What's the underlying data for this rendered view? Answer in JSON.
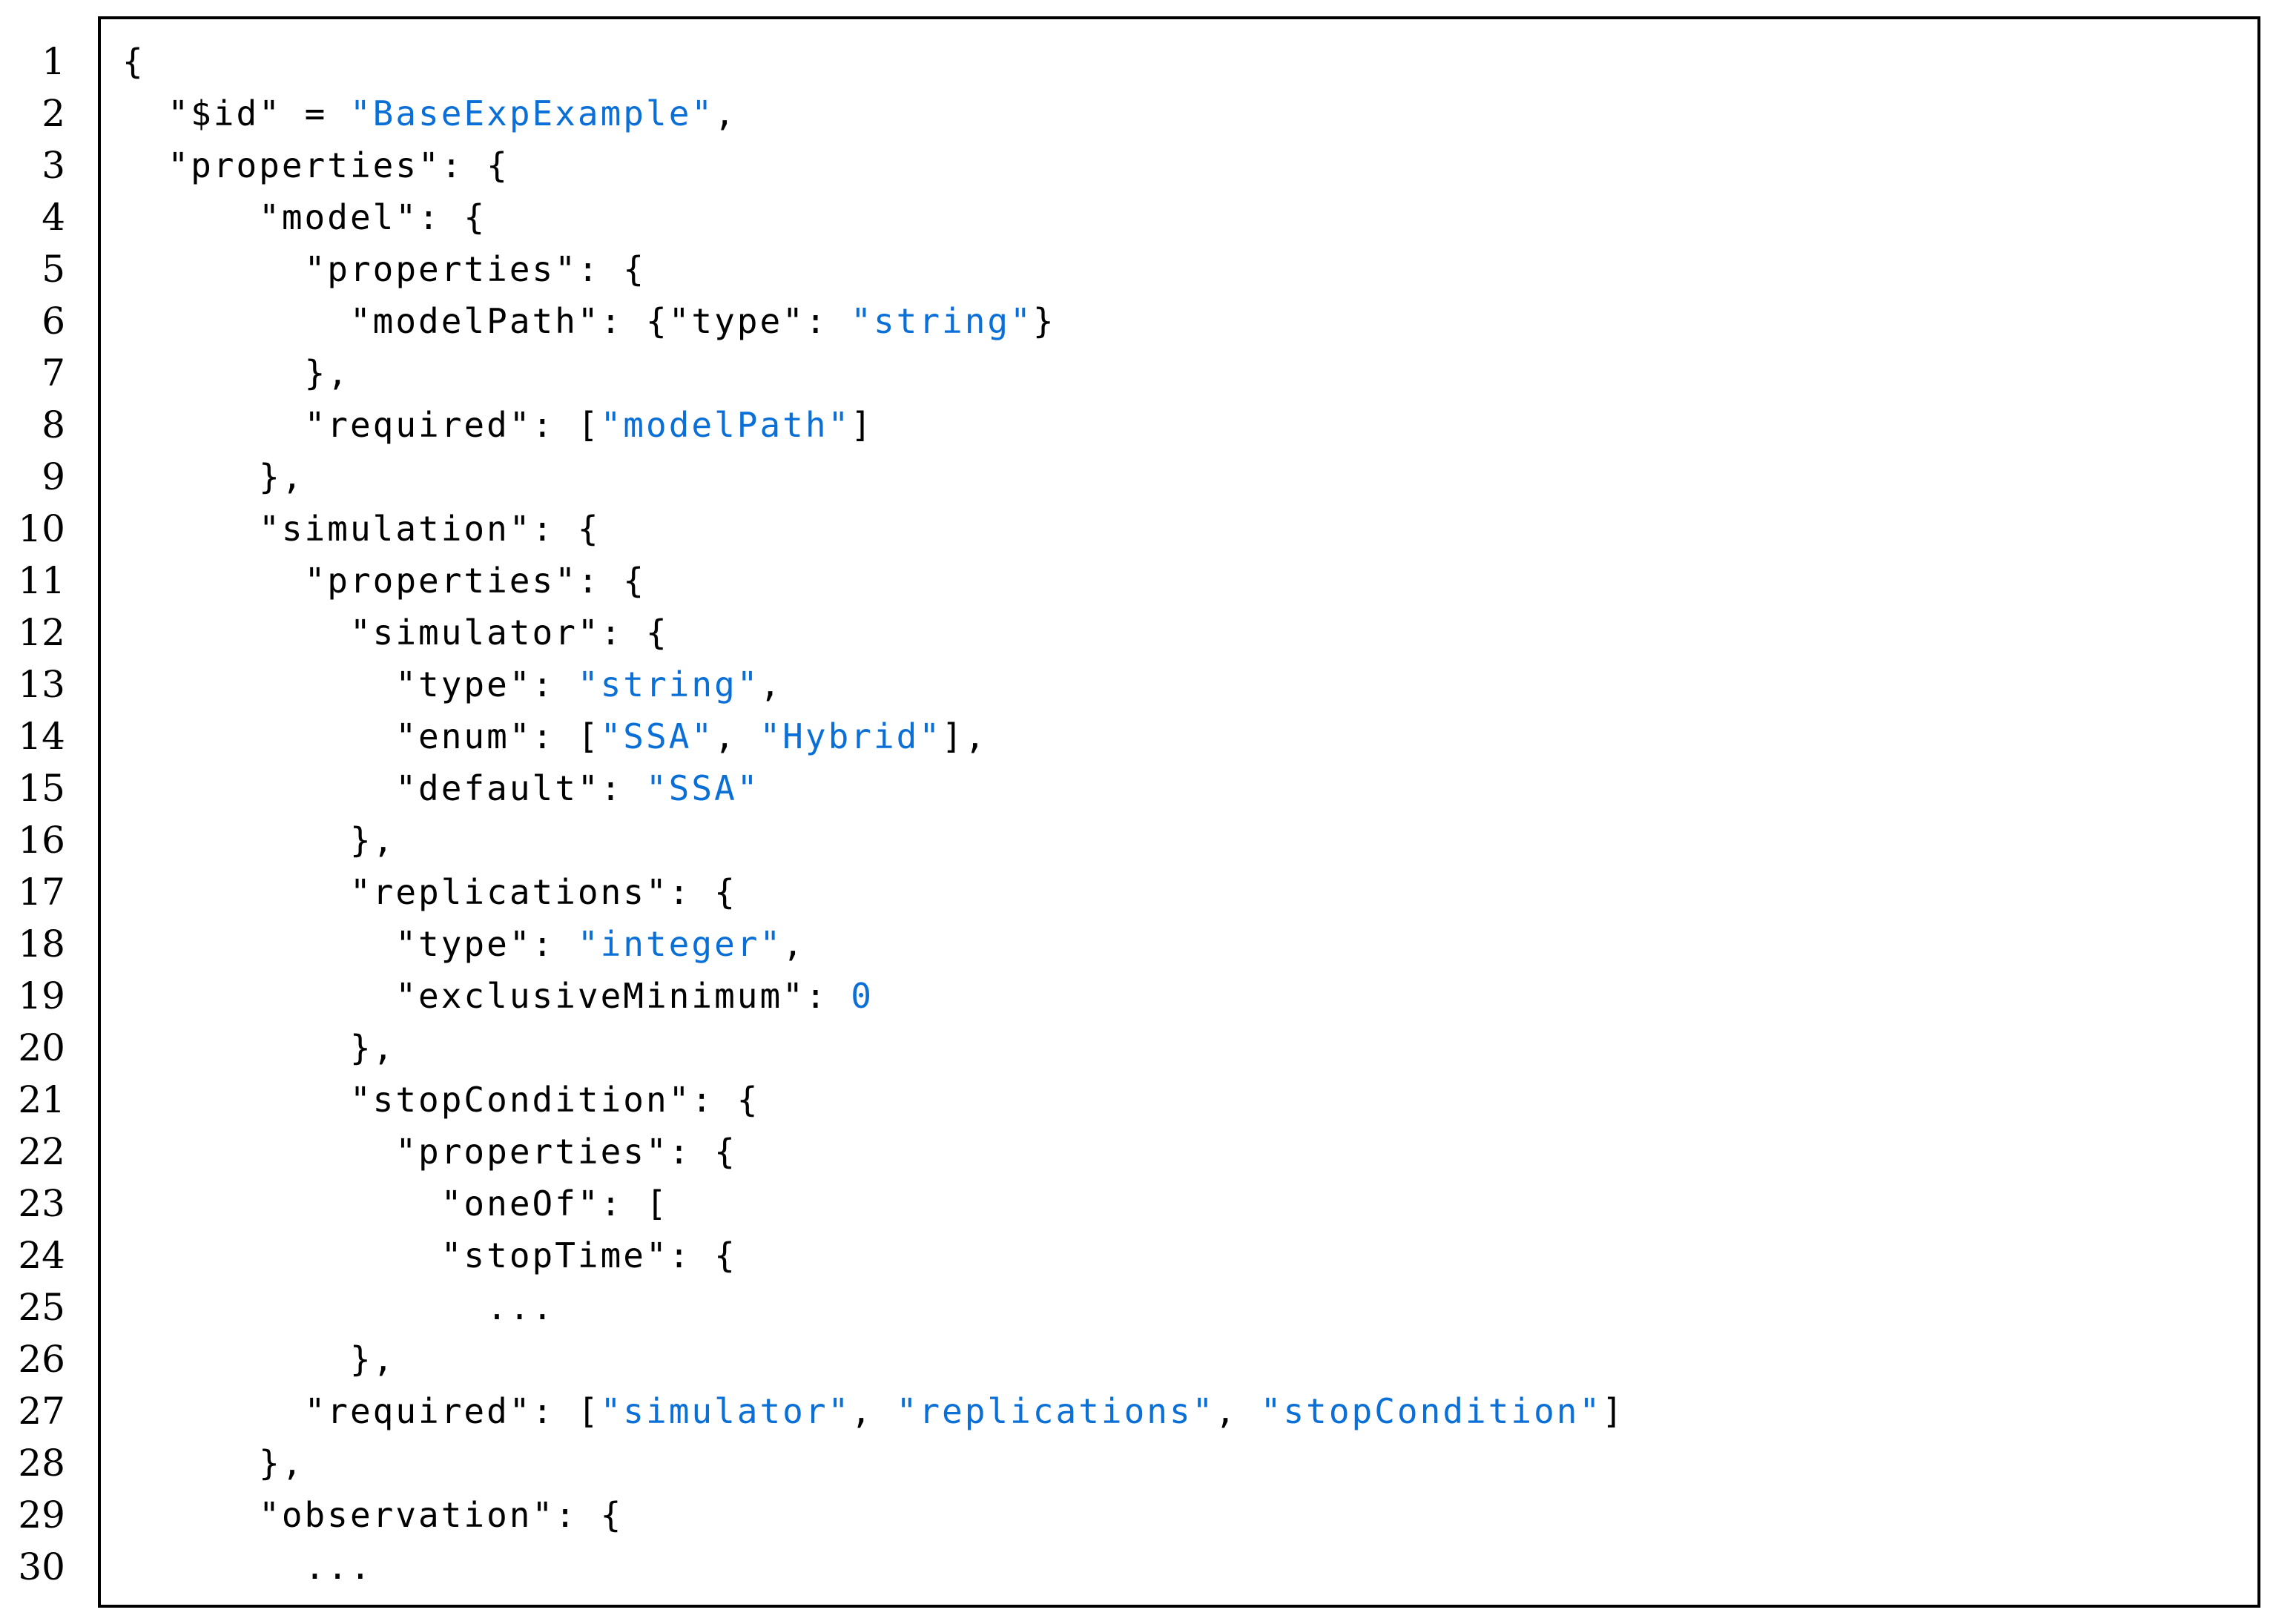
{
  "colors": {
    "value": "#0a6fd6",
    "text": "#000000",
    "border": "#000000",
    "background": "#ffffff"
  },
  "code_listing": {
    "lines": [
      {
        "number": "1",
        "indent": 0,
        "tokens": [
          {
            "t": "p",
            "v": "{"
          }
        ]
      },
      {
        "number": "2",
        "indent": 1,
        "tokens": [
          {
            "t": "k",
            "v": "\"$id\""
          },
          {
            "t": "p",
            "v": " = "
          },
          {
            "t": "s",
            "v": "\"BaseExpExample\""
          },
          {
            "t": "p",
            "v": ","
          }
        ]
      },
      {
        "number": "3",
        "indent": 1,
        "tokens": [
          {
            "t": "k",
            "v": "\"properties\""
          },
          {
            "t": "p",
            "v": ": {"
          }
        ]
      },
      {
        "number": "4",
        "indent": 3,
        "tokens": [
          {
            "t": "k",
            "v": "\"model\""
          },
          {
            "t": "p",
            "v": ": {"
          }
        ]
      },
      {
        "number": "5",
        "indent": 4,
        "tokens": [
          {
            "t": "k",
            "v": "\"properties\""
          },
          {
            "t": "p",
            "v": ": {"
          }
        ]
      },
      {
        "number": "6",
        "indent": 5,
        "tokens": [
          {
            "t": "k",
            "v": "\"modelPath\""
          },
          {
            "t": "p",
            "v": ": {"
          },
          {
            "t": "k",
            "v": "\"type\""
          },
          {
            "t": "p",
            "v": ": "
          },
          {
            "t": "s",
            "v": "\"string\""
          },
          {
            "t": "p",
            "v": "}"
          }
        ]
      },
      {
        "number": "7",
        "indent": 4,
        "tokens": [
          {
            "t": "p",
            "v": "},"
          }
        ]
      },
      {
        "number": "8",
        "indent": 4,
        "tokens": [
          {
            "t": "k",
            "v": "\"required\""
          },
          {
            "t": "p",
            "v": ": ["
          },
          {
            "t": "s",
            "v": "\"modelPath\""
          },
          {
            "t": "p",
            "v": "]"
          }
        ]
      },
      {
        "number": "9",
        "indent": 3,
        "tokens": [
          {
            "t": "p",
            "v": "},"
          }
        ]
      },
      {
        "number": "10",
        "indent": 3,
        "tokens": [
          {
            "t": "k",
            "v": "\"simulation\""
          },
          {
            "t": "p",
            "v": ": {"
          }
        ]
      },
      {
        "number": "11",
        "indent": 4,
        "tokens": [
          {
            "t": "k",
            "v": "\"properties\""
          },
          {
            "t": "p",
            "v": ": {"
          }
        ]
      },
      {
        "number": "12",
        "indent": 5,
        "tokens": [
          {
            "t": "k",
            "v": "\"simulator\""
          },
          {
            "t": "p",
            "v": ": {"
          }
        ]
      },
      {
        "number": "13",
        "indent": 6,
        "tokens": [
          {
            "t": "k",
            "v": "\"type\""
          },
          {
            "t": "p",
            "v": ": "
          },
          {
            "t": "s",
            "v": "\"string\""
          },
          {
            "t": "p",
            "v": ","
          }
        ]
      },
      {
        "number": "14",
        "indent": 6,
        "tokens": [
          {
            "t": "k",
            "v": "\"enum\""
          },
          {
            "t": "p",
            "v": ": ["
          },
          {
            "t": "s",
            "v": "\"SSA\""
          },
          {
            "t": "p",
            "v": ", "
          },
          {
            "t": "s",
            "v": "\"Hybrid\""
          },
          {
            "t": "p",
            "v": "],"
          }
        ]
      },
      {
        "number": "15",
        "indent": 6,
        "tokens": [
          {
            "t": "k",
            "v": "\"default\""
          },
          {
            "t": "p",
            "v": ": "
          },
          {
            "t": "s",
            "v": "\"SSA\""
          }
        ]
      },
      {
        "number": "16",
        "indent": 5,
        "tokens": [
          {
            "t": "p",
            "v": "},"
          }
        ]
      },
      {
        "number": "17",
        "indent": 5,
        "tokens": [
          {
            "t": "k",
            "v": "\"replications\""
          },
          {
            "t": "p",
            "v": ": {"
          }
        ]
      },
      {
        "number": "18",
        "indent": 6,
        "tokens": [
          {
            "t": "k",
            "v": "\"type\""
          },
          {
            "t": "p",
            "v": ": "
          },
          {
            "t": "s",
            "v": "\"integer\""
          },
          {
            "t": "p",
            "v": ","
          }
        ]
      },
      {
        "number": "19",
        "indent": 6,
        "tokens": [
          {
            "t": "k",
            "v": "\"exclusiveMinimum\""
          },
          {
            "t": "p",
            "v": ": "
          },
          {
            "t": "n",
            "v": "0"
          }
        ]
      },
      {
        "number": "20",
        "indent": 5,
        "tokens": [
          {
            "t": "p",
            "v": "},"
          }
        ]
      },
      {
        "number": "21",
        "indent": 5,
        "tokens": [
          {
            "t": "k",
            "v": "\"stopCondition\""
          },
          {
            "t": "p",
            "v": ": {"
          }
        ]
      },
      {
        "number": "22",
        "indent": 6,
        "tokens": [
          {
            "t": "k",
            "v": "\"properties\""
          },
          {
            "t": "p",
            "v": ": {"
          }
        ]
      },
      {
        "number": "23",
        "indent": 7,
        "tokens": [
          {
            "t": "k",
            "v": "\"oneOf\""
          },
          {
            "t": "p",
            "v": ": ["
          }
        ]
      },
      {
        "number": "24",
        "indent": 7,
        "tokens": [
          {
            "t": "k",
            "v": "\"stopTime\""
          },
          {
            "t": "p",
            "v": ": {"
          }
        ]
      },
      {
        "number": "25",
        "indent": 8,
        "tokens": [
          {
            "t": "p",
            "v": "..."
          }
        ]
      },
      {
        "number": "26",
        "indent": 5,
        "tokens": [
          {
            "t": "p",
            "v": "},"
          }
        ]
      },
      {
        "number": "27",
        "indent": 4,
        "tokens": [
          {
            "t": "k",
            "v": "\"required\""
          },
          {
            "t": "p",
            "v": ": ["
          },
          {
            "t": "s",
            "v": "\"simulator\""
          },
          {
            "t": "p",
            "v": ", "
          },
          {
            "t": "s",
            "v": "\"replications\""
          },
          {
            "t": "p",
            "v": ", "
          },
          {
            "t": "s",
            "v": "\"stopCondition\""
          },
          {
            "t": "p",
            "v": "]"
          }
        ]
      },
      {
        "number": "28",
        "indent": 3,
        "tokens": [
          {
            "t": "p",
            "v": "},"
          }
        ]
      },
      {
        "number": "29",
        "indent": 3,
        "tokens": [
          {
            "t": "k",
            "v": "\"observation\""
          },
          {
            "t": "p",
            "v": ": {"
          }
        ]
      },
      {
        "number": "30",
        "indent": 4,
        "tokens": [
          {
            "t": "p",
            "v": "..."
          }
        ]
      }
    ]
  }
}
